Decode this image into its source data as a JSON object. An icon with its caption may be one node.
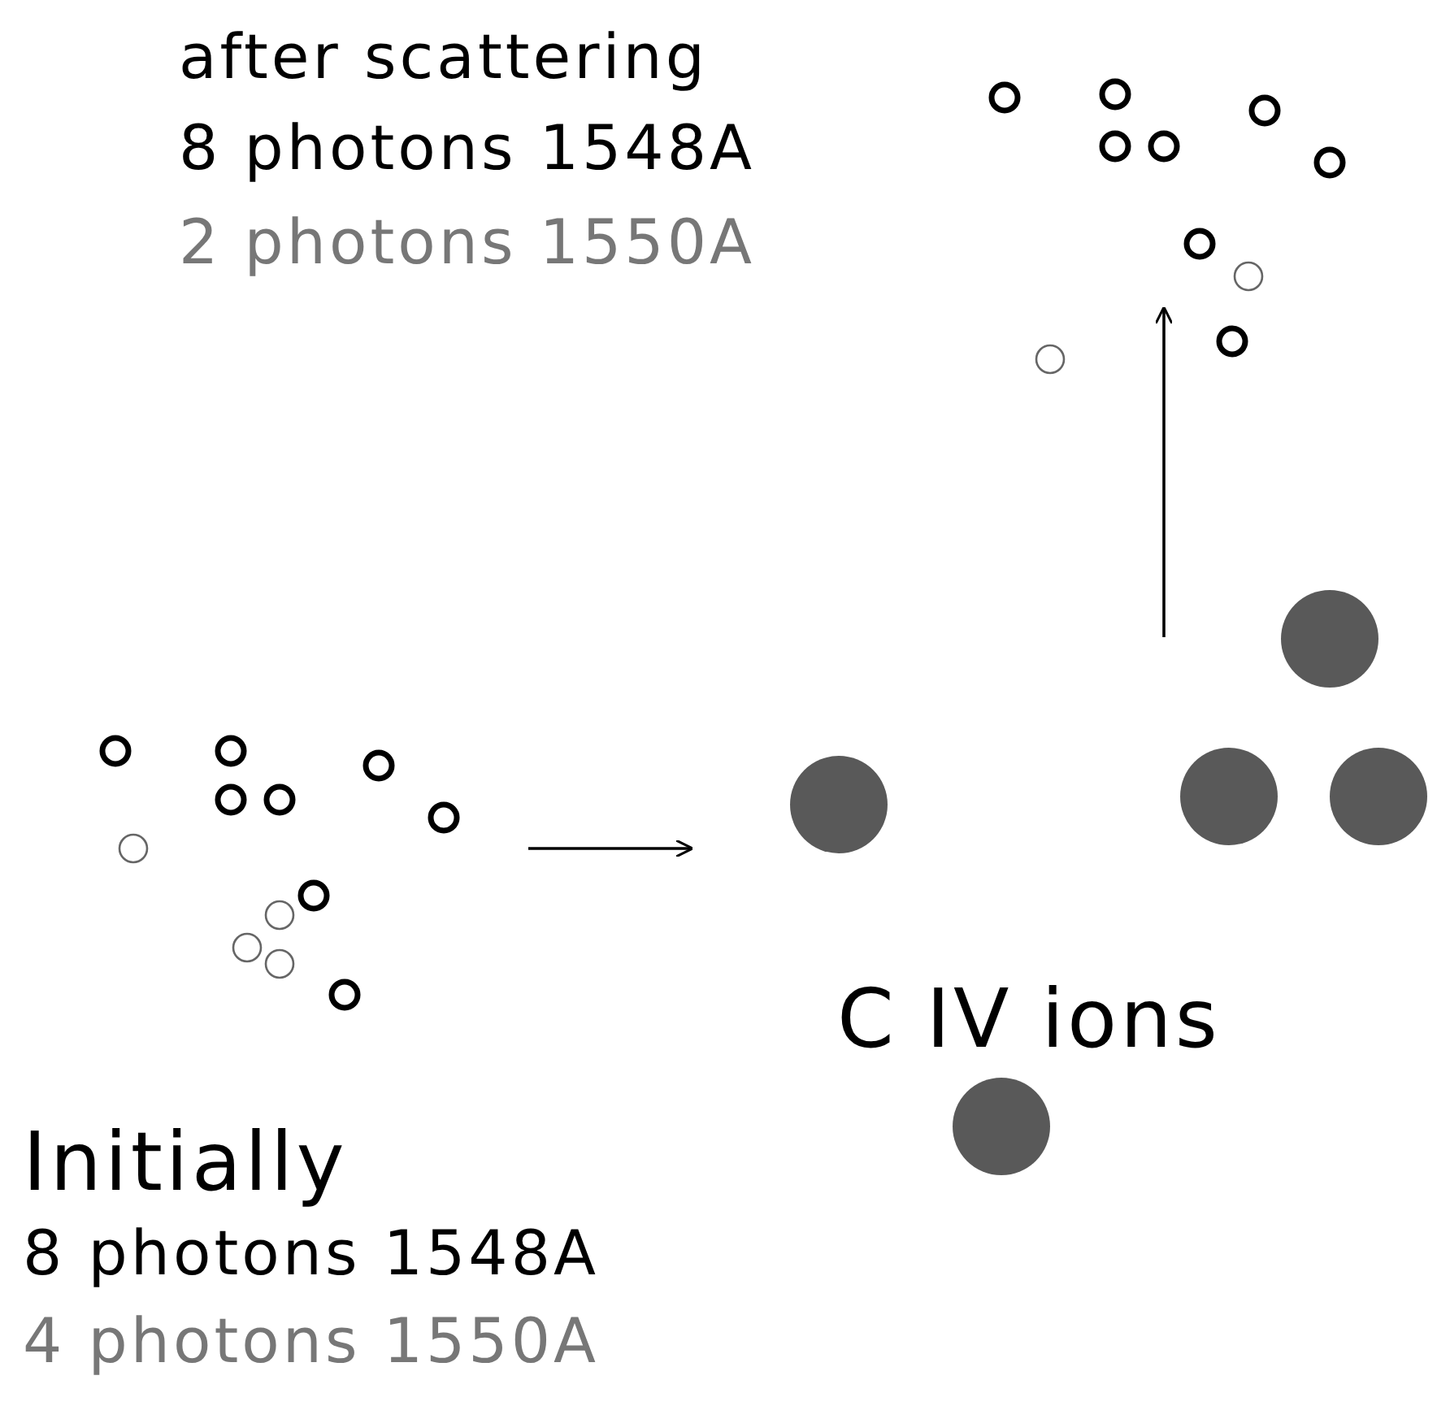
{
  "diagram": {
    "labels": [
      "after scattering",
      "8 photons 1548A",
      "2 photons 1550A",
      "C IV ions",
      "Initially",
      "8 photons 1548A",
      "4 photons 1550A"
    ]
  }
}
